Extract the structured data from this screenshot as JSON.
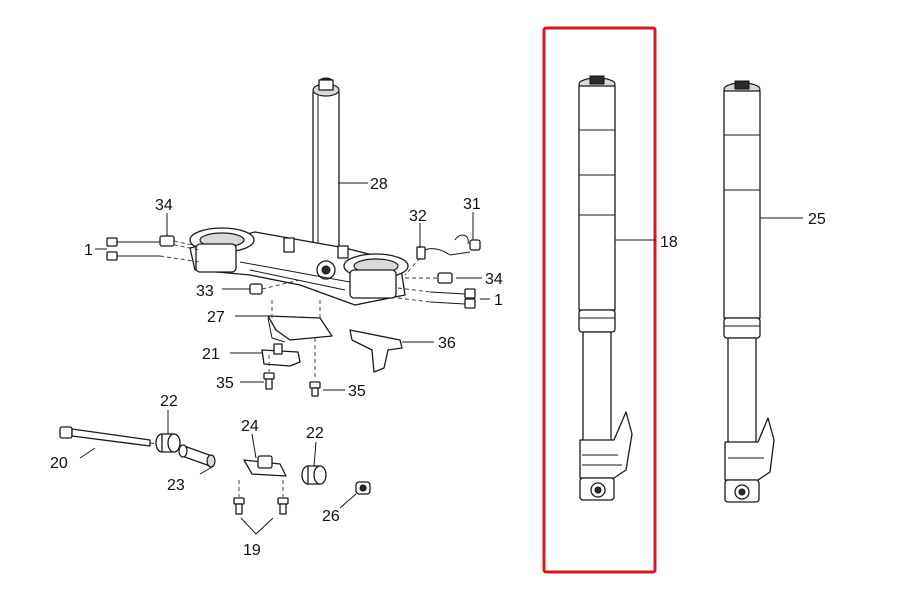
{
  "diagram": {
    "highlight_color": "#d9181e",
    "callouts": {
      "c1a": "1",
      "c1b": "1",
      "c18": "18",
      "c19": "19",
      "c20": "20",
      "c21": "21",
      "c22a": "22",
      "c22b": "22",
      "c23": "23",
      "c24": "24",
      "c25": "25",
      "c26": "26",
      "c27": "27",
      "c28": "28",
      "c31": "31",
      "c32": "32",
      "c33": "33",
      "c34a": "34",
      "c34b": "34",
      "c35a": "35",
      "c35b": "35",
      "c36": "36"
    }
  }
}
